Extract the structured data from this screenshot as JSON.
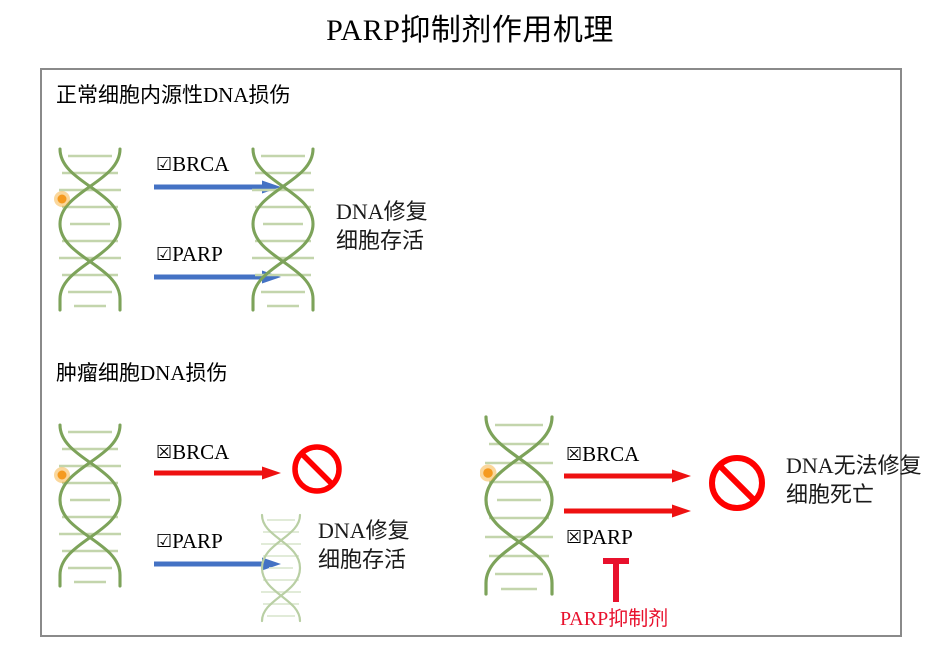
{
  "title": "PARP抑制剂作用机理",
  "colors": {
    "frame_border": "#8a8a8a",
    "helix_strand": "#7da35a",
    "helix_rung": "#c3d5ac",
    "helix_faded_strand": "#b9cfa4",
    "helix_faded_rung": "#dde8d2",
    "damage_spot": "#f5a623",
    "arrow_blue": "#4472c4",
    "arrow_red": "#ee1111",
    "prohibition_red": "#ff0000",
    "inhibitor_red": "#e8112d",
    "text": "#000000"
  },
  "sections": {
    "normal": {
      "label": "正常细胞内源性DNA损伤",
      "steps": [
        {
          "mark": "☑",
          "gene": "BRCA",
          "arrow_color": "blue"
        },
        {
          "mark": "☑",
          "gene": "PARP",
          "arrow_color": "blue"
        }
      ],
      "outcome": {
        "line1": "DNA修复",
        "line2": "细胞存活"
      }
    },
    "tumor": {
      "label": "肿瘤细胞DNA损伤",
      "left_panel": {
        "steps": [
          {
            "mark": "☒",
            "gene": "BRCA",
            "arrow_color": "red",
            "result": "blocked"
          },
          {
            "mark": "☑",
            "gene": "PARP",
            "arrow_color": "blue",
            "result": "repaired"
          }
        ],
        "outcome": {
          "line1": "DNA修复",
          "line2": "细胞存活"
        }
      },
      "right_panel": {
        "steps": [
          {
            "mark": "☒",
            "gene": "BRCA",
            "arrow_color": "red",
            "result": "blocked"
          },
          {
            "mark": "☒",
            "gene": "PARP",
            "arrow_color": "red",
            "result": "blocked"
          }
        ],
        "inhibitor": "PARP抑制剂",
        "outcome": {
          "line1": "DNA无法修复",
          "line2": "细胞死亡"
        }
      }
    }
  },
  "icons": {
    "checked_box": "☑",
    "crossed_box": "☒",
    "prohibition": "no-entry-sign",
    "inhibition": "t-bar-inhibitor"
  }
}
